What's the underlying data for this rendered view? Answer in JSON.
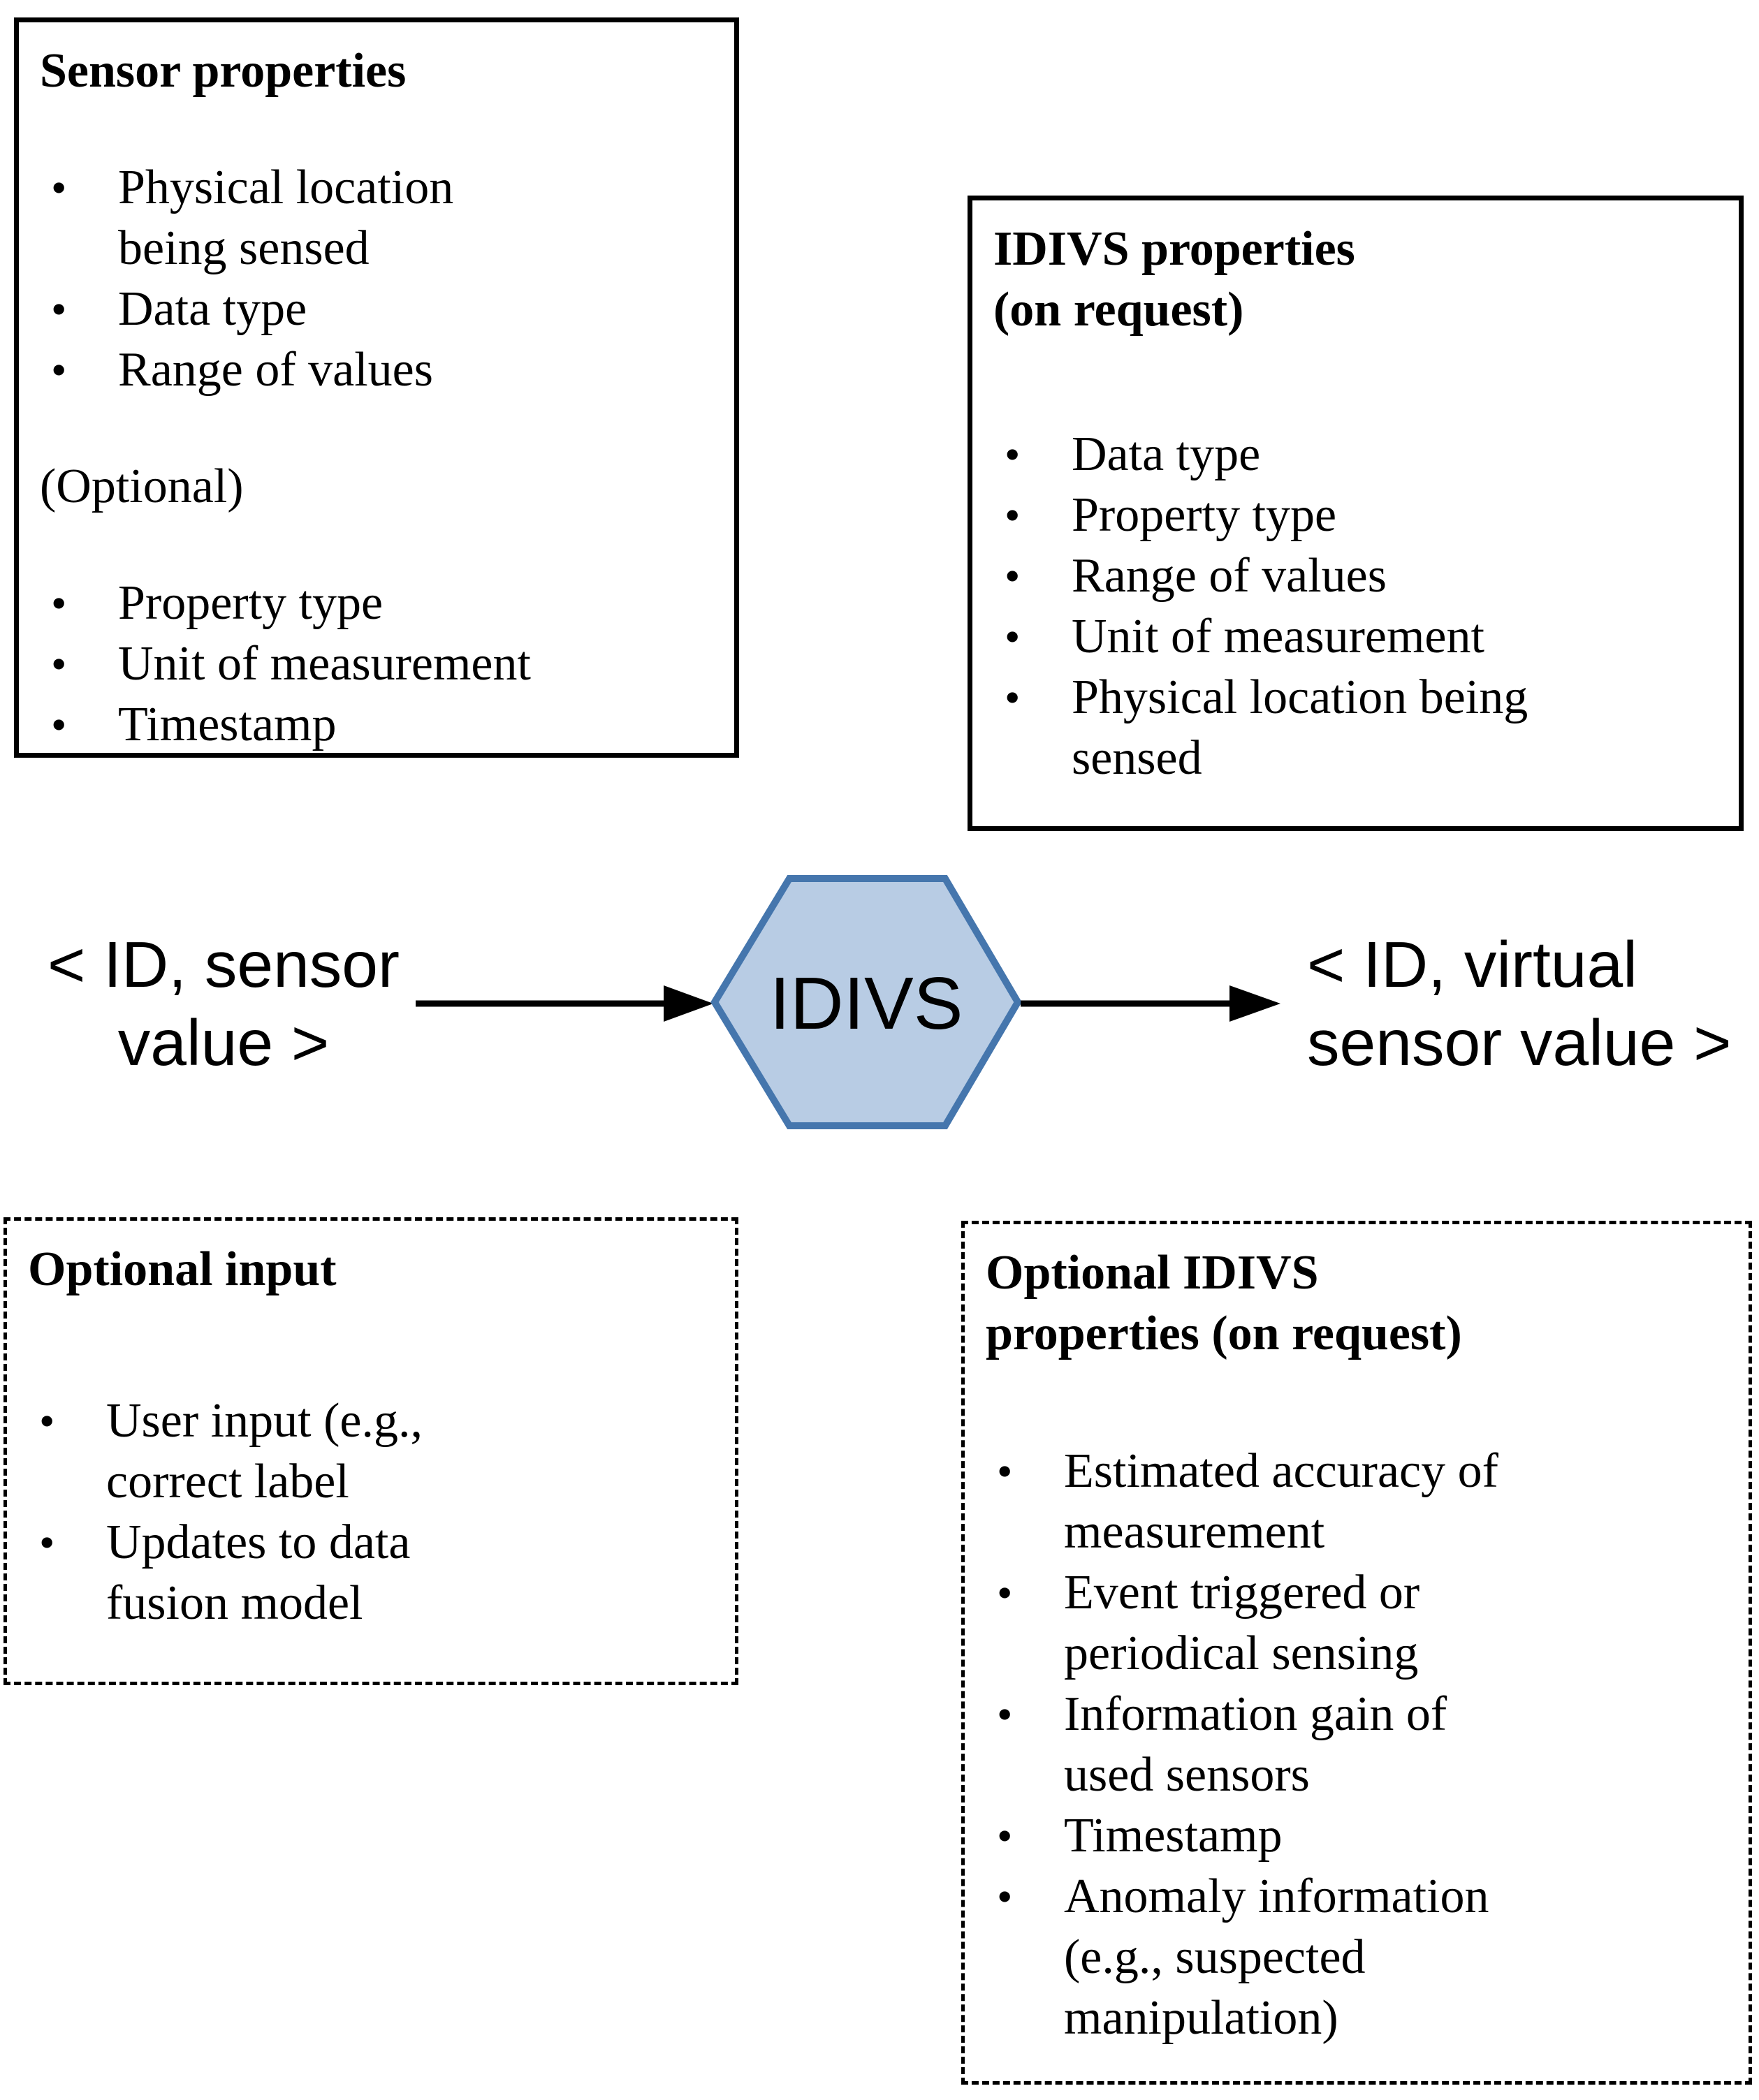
{
  "boxes": {
    "sensor_properties": {
      "title": "Sensor properties",
      "bullets_main": [
        "Physical location\nbeing sensed",
        "Data type",
        "Range of values"
      ],
      "optional_label": "(Optional)",
      "bullets_optional": [
        "Property type",
        "Unit of measurement",
        "Timestamp"
      ]
    },
    "idivs_properties": {
      "title": "IDIVS properties\n(on request)",
      "bullets": [
        "Data type",
        "Property type",
        "Range of values",
        "Unit of measurement",
        "Physical location being\nsensed"
      ]
    },
    "optional_input": {
      "title": "Optional input",
      "bullets": [
        "User input (e.g.,\ncorrect label",
        "Updates to data\nfusion model"
      ]
    },
    "optional_idivs_properties": {
      "title": "Optional IDIVS\nproperties (on request)",
      "bullets": [
        "Estimated accuracy of\nmeasurement",
        "Event triggered or\nperiodical sensing",
        "Information gain of\nused sensors",
        "Timestamp",
        "Anomaly information\n(e.g., suspected\nmanipulation)"
      ]
    }
  },
  "flow": {
    "input_label": "< ID, sensor\nvalue >",
    "process_label": "IDIVS",
    "output_label": "< ID, virtual\nsensor value >"
  },
  "bullet_glyph": "•",
  "colors": {
    "hexagon_fill": "#b8cce4",
    "hexagon_border": "#4576ad",
    "arrow": "#000000"
  }
}
